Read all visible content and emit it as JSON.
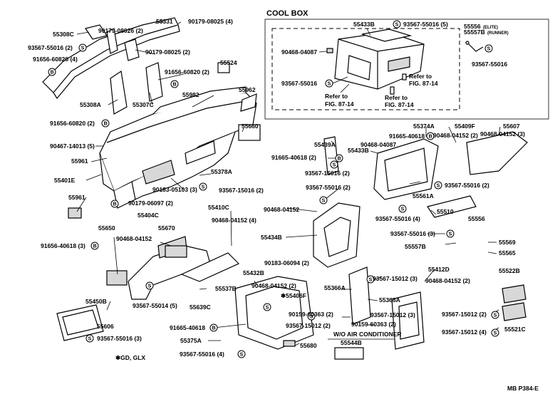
{
  "title": "COOL BOX",
  "footnote": "✱GD, GLX",
  "figure_ref": "MB P384-E",
  "section_label": "W/O AIR CONDITIONER",
  "cool_box_labels": {
    "p55433B": "55433B",
    "p93567_55016_5": "93567-55016 (5)",
    "p90468_04087": "90468-04087",
    "p93567_55016": "93567-55016",
    "ref1": "Refer to",
    "ref1b": "FIG. 87-14",
    "ref2": "Refer to",
    "ref2b": "FIG. 87-14",
    "ref3": "Refer to",
    "ref3b": "FIG. 87-14",
    "p55556": "55556",
    "p55557B": "55557B",
    "elite": "(ELITE)",
    "runner": "(RUNNER)",
    "p93567_55016_r": "93567-55016"
  },
  "labels": {
    "l55331": "55331",
    "l90179_08026": "90179-08026 (2)",
    "l90179_08025_4": "90179-08025 (4)",
    "l55308C": "55308C",
    "l93567_55016_2a": "93567-55016 (2)",
    "l91656_60820_4": "91656-60820 (4)",
    "l90179_08025_2": "90179-08025 (2)",
    "l91656_60820_2a": "91656-60820 (2)",
    "l55524": "55524",
    "l55308A": "55308A",
    "l55307C": "55307C",
    "l55982": "55982",
    "l55962": "55962",
    "l91656_60820_2b": "91656-60820 (2)",
    "l55660": "55660",
    "l90467_14013": "90467-14013 (5)",
    "l55961a": "55961",
    "l55401E": "55401E",
    "l55378A": "55378A",
    "l90183_05103": "90183-05103 (3)",
    "l93567_15016_2a": "93567-15016 (2)",
    "l90179_06097": "90179-06097 (2)",
    "l55961b": "55961",
    "l55404C": "55404C",
    "l55410C": "55410C",
    "l90468_04152_4": "90468-04152 (4)",
    "l55650": "55650",
    "l90468_04152a": "90468-04152",
    "l55670": "55670",
    "l91656_40618_3": "91656-40618 (3)",
    "l55434B": "55434B",
    "l93567_55014": "93567-55014 (5)",
    "l55537B": "55537B",
    "l55639C": "55639C",
    "l55450B": "55450B",
    "l55606": "55606",
    "l93567_55016_3": "93567-55016 (3)",
    "l55432B": "55432B",
    "l90468_04152_2a": "90468-04152 (2)",
    "l55406F": "✱55406F",
    "l91665_40618a": "91665-40618",
    "l55375A": "55375A",
    "l93567_55016_4a": "93567-55016 (4)",
    "l55680": "55680",
    "l55374A": "55374A",
    "l91665_40618b": "91665-40618",
    "l90468_04087b": "90468-04087",
    "l55409F": "55409F",
    "l90468_04152_2b": "90468-04152 (2)",
    "l55607": "55607",
    "l90468_04152_3": "90468-04152 (3)",
    "l55439A": "55439A",
    "l91665_40618_2": "91665-40618 (2)",
    "l55433Bm": "55433B",
    "l93567_15016_2b": "93567-15016 (2)",
    "l93567_55016_2b": "93567-55016 (2)",
    "l55561A": "55561A",
    "l93567_55016_2c": "93567-55016 (2)",
    "l90468_04152b": "90468-04152",
    "l93567_55016_4b": "93567-55016 (4)",
    "l55510": "55510",
    "l55556b": "55556",
    "l93567_55016_3b": "93567-55016 (3)",
    "l55569": "55569",
    "l55557B": "55557B",
    "l55565": "55565",
    "l90183_06094": "90183-06094 (2)",
    "l55412D": "55412D",
    "l93567_15012_3": "93567-15012 (3)",
    "l55366A": "55366A",
    "l55522B": "55522B",
    "l90468_04152_2c": "90468-04152 (2)",
    "l55368A": "55368A",
    "l90159_60363a": "90159-60363 (2)",
    "l93567_15012_2a": "93567-15012 (2)",
    "l93567_15012_3b": "93567-15012 (3)",
    "l90159_60363b": "90159-60363 (2)",
    "l93567_15012_2b": "93567-15012 (2)",
    "l55521C": "55521C",
    "l93567_15012_4": "93567-15012 (4)",
    "l55544B": "55544B"
  },
  "callouts": {
    "S": "S",
    "B": "B"
  }
}
